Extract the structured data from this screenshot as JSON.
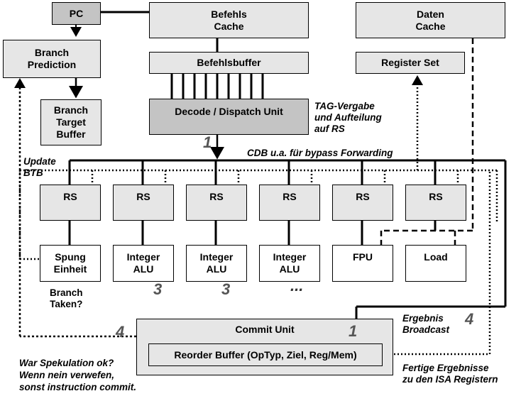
{
  "blocks": {
    "pc": "PC",
    "befehls_cache": "Befehls\nCache",
    "daten_cache": "Daten\nCache",
    "branch_prediction": "Branch\nPrediction",
    "befehlsbuffer": "Befehlsbuffer",
    "register_set": "Register Set",
    "btb": "Branch\nTarget\nBuffer",
    "decode": "Decode / Dispatch Unit",
    "rs": [
      "RS",
      "RS",
      "RS",
      "RS",
      "RS",
      "RS"
    ],
    "units": [
      "Spung\nEinheit",
      "Integer\nALU",
      "Integer\nALU",
      "Integer\nALU",
      "FPU",
      "Load"
    ],
    "commit_unit": "Commit Unit",
    "reorder_buffer": "Reorder Buffer (OpTyp, Ziel, Reg/Mem)"
  },
  "labels": {
    "tag_vergabe": "TAG-Vergabe\nund Aufteilung\nauf RS",
    "cdb": "CDB u.a. für bypass Forwarding",
    "update_btb": "Update\nBTB",
    "branch_taken": "Branch\nTaken?",
    "ergebnis": "Ergebnis\nBroadcast",
    "spekulation": "War Spekulation ok?\nWenn nein verwefen,\nsonst instruction commit.",
    "fertige": "Fertige Ergebnisse\nzu den ISA Registern"
  },
  "step_numbers": {
    "dispatch": "1",
    "alu1": "3",
    "alu2": "3",
    "ellipsis": "...",
    "commit": "1",
    "broadcast": "4",
    "feedback": "4"
  }
}
